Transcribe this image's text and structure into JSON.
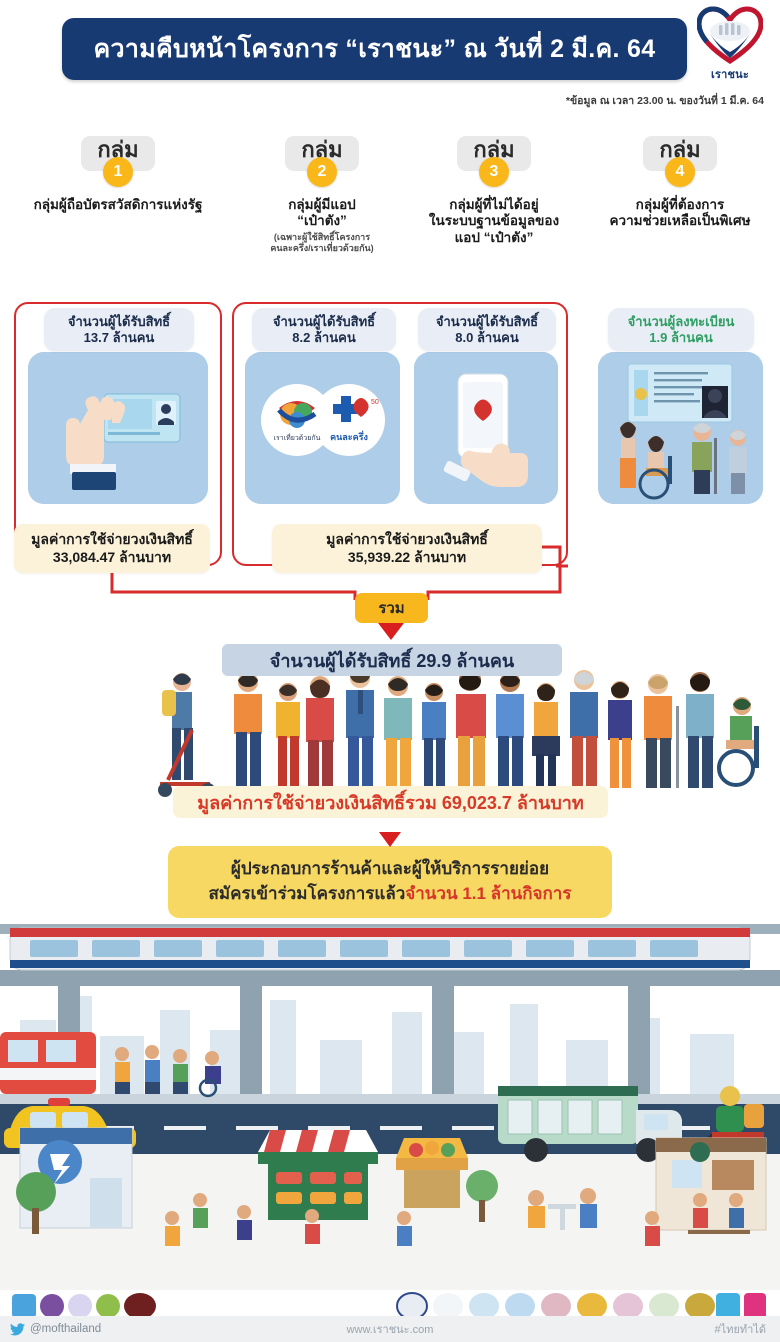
{
  "header": {
    "title": "ความคืบหน้าโครงการ “เราชนะ” ณ วันที่ 2 มี.ค. 64",
    "brand_caption": "เราชนะ",
    "brand_logo_icon": "heart-thai-flag-logo",
    "footnote": "*ข้อมูล ณ เวลา 23.00 น. ของวันที่ 1 มี.ค. 64"
  },
  "groups": [
    {
      "chip_label": "กลุ่ม",
      "number": "1",
      "description": "กลุ่มผู้ถือบัตรสวัสดิการแห่งรัฐ",
      "sub": "",
      "count_label": "จำนวนผู้ได้รับสิทธิ์",
      "count_value": "13.7 ล้านคน",
      "count_color": "#1b2b4a",
      "illustration_icon": "hand-holding-welfare-card-icon"
    },
    {
      "chip_label": "กลุ่ม",
      "number": "2",
      "description": "กลุ่มผู้มีแอป\n“เป๋าตัง”",
      "sub": "(เฉพาะผู้ใช้สิทธิ์โครงการ\nคนละครึ่ง/เราเที่ยวด้วยกัน)",
      "count_label": "จำนวนผู้ได้รับสิทธิ์",
      "count_value": "8.2 ล้านคน",
      "count_color": "#1b2b4a",
      "illustration_icon": "program-logos-icon",
      "program_logos": [
        "เราเที่ยวด้วยกัน",
        "คนละครึ่ง"
      ]
    },
    {
      "chip_label": "กลุ่ม",
      "number": "3",
      "description": "กลุ่มผู้ที่ไม่ได้อยู่\nในระบบฐานข้อมูลของ\nแอป “เป๋าตัง”",
      "sub": "",
      "count_label": "จำนวนผู้ได้รับสิทธิ์",
      "count_value": "8.0 ล้านคน",
      "count_color": "#1b2b4a",
      "illustration_icon": "hand-holding-smartphone-icon"
    },
    {
      "chip_label": "กลุ่ม",
      "number": "4",
      "description": "กลุ่มผู้ที่ต้องการ\nความช่วยเหลือเป็นพิเศษ",
      "sub": "",
      "count_label": "จำนวนผู้ลงทะเบียน",
      "count_value": "1.9 ล้านคน",
      "count_color": "#2f9e63",
      "illustration_icon": "special-needs-people-icon"
    }
  ],
  "value_boxes": [
    {
      "label": "มูลค่าการใช้จ่ายวงเงินสิทธิ์",
      "value": "33,084.47 ล้านบาท"
    },
    {
      "label": "มูลค่าการใช้จ่ายวงเงินสิทธิ์",
      "value": "35,939.22 ล้านบาท"
    }
  ],
  "total_chip": "รวม",
  "summary": {
    "recipients_pill": "จำนวนผู้ได้รับสิทธิ์ 29.9 ล้านคน",
    "total_value_bar": "มูลค่าการใช้จ่ายวงเงินสิทธิ์รวม 69,023.7 ล้านบาท",
    "crowd_icon": "diverse-crowd-people-icon"
  },
  "merchant": {
    "line1": "ผู้ประกอบการร้านค้าและผู้ให้บริการรายย่อย",
    "line2_plain": "สมัครเข้าร่วมโครงการแล้ว",
    "line2_highlight": "จำนวน 1.1 ล้านกิจการ"
  },
  "city_scene": {
    "icon": "city-street-market-scene",
    "elements": [
      "skytrain",
      "bus",
      "taxi",
      "food-truck",
      "market-stalls",
      "cafe",
      "motorcycle-delivery"
    ]
  },
  "footer": {
    "twitter_icon": "twitter-bird-icon",
    "twitter_handle": "@mofthailand",
    "website": "www.เราชนะ.com",
    "hashtag": "#ไทยทำได้",
    "partner_logos_left_count": 5,
    "partner_logos_right_count": 10
  },
  "colors": {
    "header_blue": "#173a73",
    "accent_yellow": "#f9b71a",
    "outline_red": "#d92b2b",
    "card_blue": "#aecde8",
    "value_cream": "#fbf2d9",
    "merchant_yellow": "#f7d862",
    "green_text": "#2f9e63",
    "red_text": "#d8352a"
  }
}
